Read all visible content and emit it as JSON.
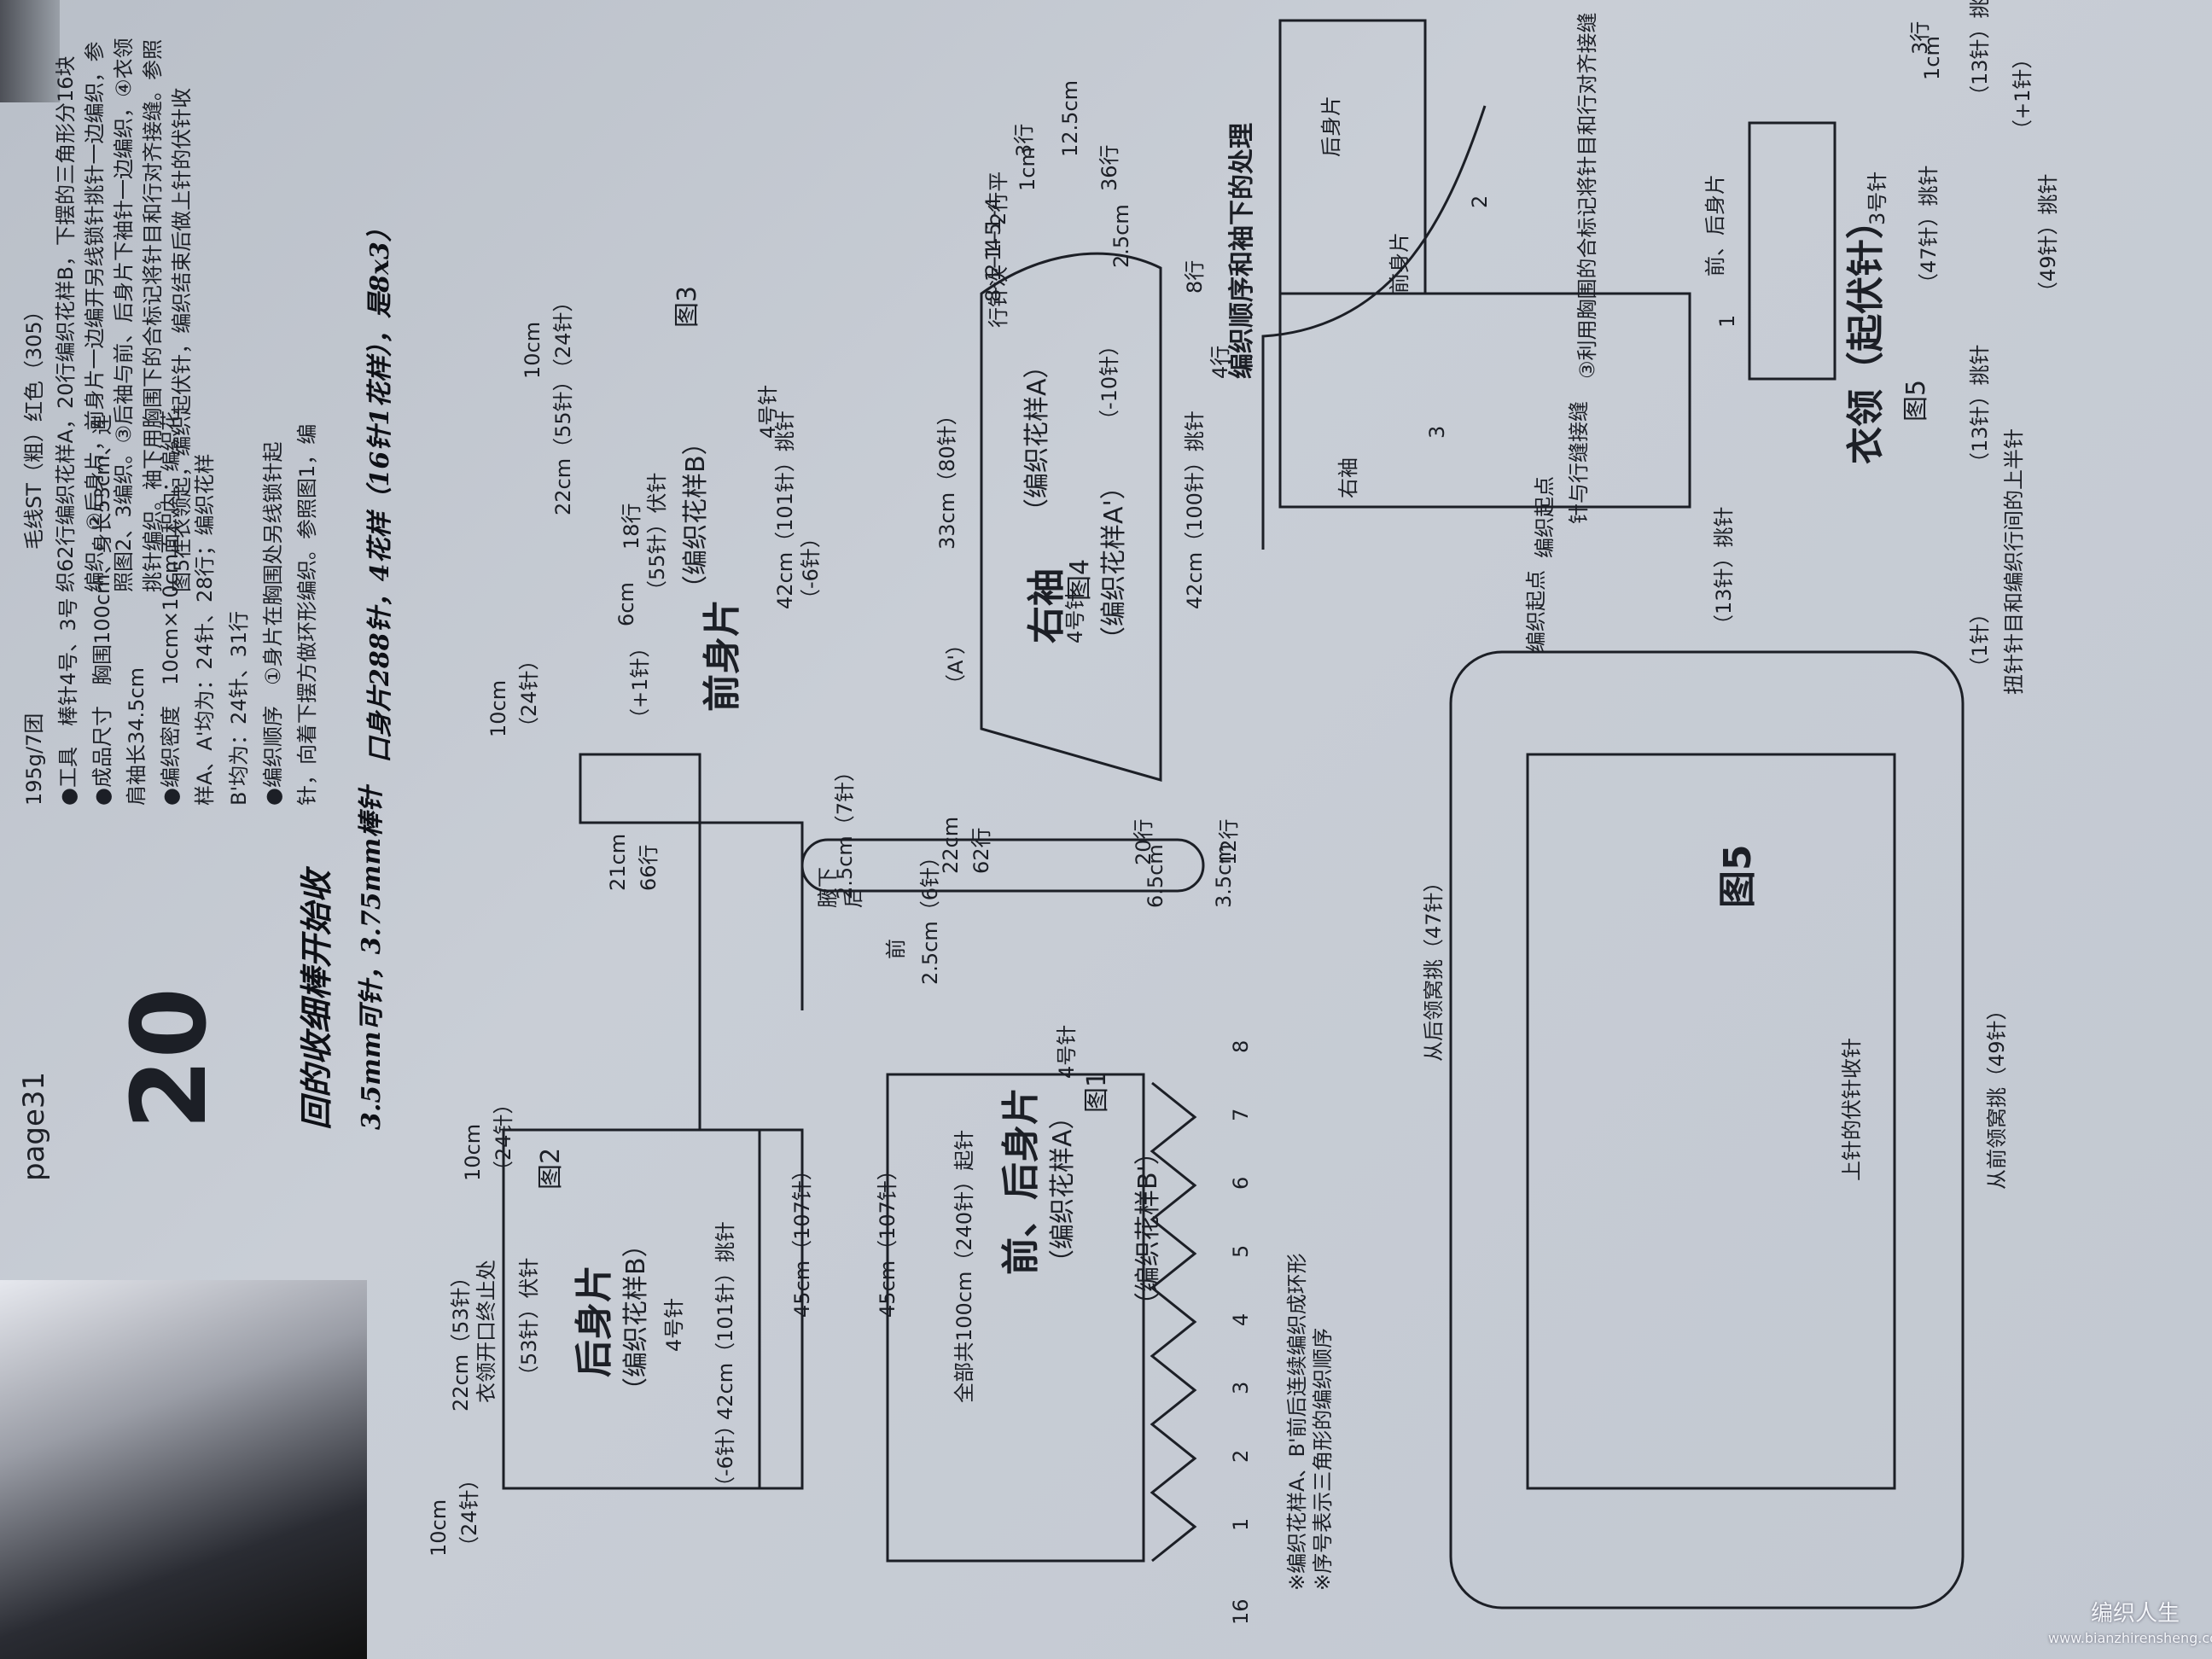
{
  "pattern_number": "20",
  "page_label": "page31",
  "materials": {
    "yarn": "195g/7团",
    "yarn_line": "毛线ST（粗）红色（305）",
    "tools": "●工具　棒针4号、3号",
    "size": "●成品尺寸　胸围100cm、身长53cm、连",
    "size2": "肩袖长34.5cm",
    "gauge": "●编织密度　10cm×10cm面积内：编织花",
    "gauge2": "样A、A'均为：24针、28行；编织花样",
    "gauge3": "B'均为：24针、31行",
    "order": "●编织顺序　①身片在胸围处另线锁针起",
    "order2": "针，向着下摆方做环形编织。参照图1，编"
  },
  "handwritten": [
    "回的收细棒开始收",
    "3.5mm可针，3.75mm棒针",
    "口身片288针，4花样（16针1花样），是8x3）"
  ],
  "instructions": "织62行编织花样A，20行编织花样B，下摆的三角形分16块编织。②后身片，前身片一边编开另线锁针挑针一边编织，参照图2、3编织。③后袖与前、后身片下袖针一边编织，④衣领挑针编织。袖下用胸围下的合标记将针目和行对齐接缝。参照图5在衣领起，编织起伏针，编织结束后做上针的伏针收",
  "fig2": {
    "title": "后身片",
    "pattern": "（编织花样B）",
    "needle": "4号针",
    "fig_label": "图2",
    "top": "22cm（53针）",
    "top_sub": "衣领开口终止处",
    "cast_off": "（53针）伏针",
    "left": "10cm",
    "left_st": "（24针）",
    "right": "10cm",
    "right_st": "（24针）",
    "bottom": "42cm（101针）挑针",
    "dec": "（-6针）",
    "height": "21cm",
    "rows": "66行"
  },
  "fig3": {
    "title": "前身片",
    "pattern": "（编织花样B）",
    "fig_label": "图3",
    "needle": "4号针",
    "top": "22cm（55针）",
    "neck": "6cm",
    "neck_rows": "18行",
    "cast_off": "（55针）伏针",
    "left": "10cm",
    "left_st": "（24针）",
    "right": "10cm",
    "right_st": "（24针）",
    "plus1": "（+1针）",
    "bottom": "42cm（101针）挑针",
    "dec": "（-6针）"
  },
  "fig1": {
    "title": "前、后身片",
    "pattern_a": "（编织花样A）",
    "pattern_b": "（编织花样B'）",
    "needle": "4号针",
    "fig_label": "图1",
    "total": "全部共100cm（240针）起针",
    "half1": "45cm（107针）",
    "half2": "45cm（107针）",
    "underarm": "腋下",
    "after": "后",
    "front": "前",
    "w1": "2.5cm（7针）",
    "w2": "2.5cm（6针）",
    "h1": "22cm",
    "h1r": "62行",
    "h2": "6.5cm",
    "h2r": "20行",
    "h3": "3.5cm",
    "h3r": "12行",
    "numbers": [
      "16",
      "1",
      "2",
      "3",
      "4",
      "5",
      "6",
      "7",
      "8"
    ],
    "note1": "※编织花样A、B'前后连续编织成环形",
    "note2": "※序号表示三角形的编织顺序"
  },
  "fig4": {
    "title": "右袖",
    "pattern": "（编织花样A）",
    "pattern_b": "（编织花样A'）",
    "fig_label": "图4",
    "needle": "4号针",
    "top": "33cm（80针）",
    "top_a": "（A'）",
    "bottom": "42cm（100针）挑针",
    "dec": "（-10针）",
    "r1": "1cm",
    "r1r": "3行",
    "r2": "12.5cm",
    "r2r": "36行",
    "r3": "2.5cm",
    "r3r": "8行",
    "r4": "4行",
    "shaping": [
      "2行平",
      "4-1-4",
      "2-1-5",
      "8-1-1",
      "行针次"
    ]
  },
  "process": {
    "title": "编织顺序和袖下的处理",
    "back": "后身片",
    "front": "前身片",
    "sleeve": "右袖",
    "both": "前、后身片",
    "n1": "1",
    "n2": "2",
    "n3": "3",
    "note": "③利用胸围的合标记将针目和行对齐接缝",
    "seam": "针与行缝接缝",
    "start": "编织起点"
  },
  "collar": {
    "title": "衣领（起伏针）",
    "fig": "图5",
    "needle": "3号针",
    "top": "（47针）挑针",
    "bottom": "（49针）挑针",
    "top_right": "（13针）挑针",
    "bot_right": "（13针）挑针",
    "plus": "（+1针）",
    "rows": "3行",
    "cm": "1cm"
  },
  "fig5": {
    "label": "图5",
    "top_pick": "从后领窝挑（47针）",
    "bottom_pick": "从前领窝挑（49针）",
    "right_pick": "（13针）挑针",
    "one": "（1针）",
    "note_top": "扭针针目和编织行间的上半针",
    "mid": "上针的伏针收针",
    "start": "编织起点"
  },
  "watermark": "编织人生",
  "watermark_url": "www.bianzhirensheng.com"
}
